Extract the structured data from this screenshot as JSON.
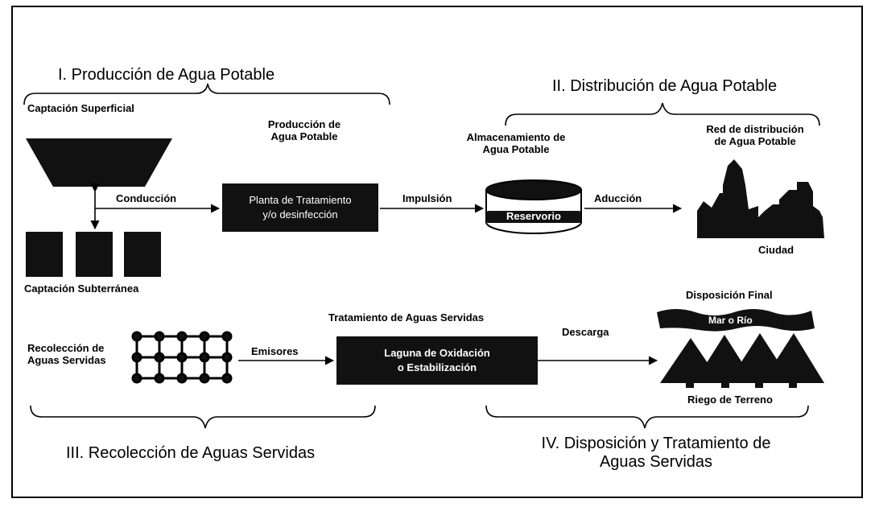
{
  "sections": {
    "production": "I. Producción de Agua Potable",
    "distribution": "II. Distribución de Agua Potable",
    "collection": "III. Recolección de Aguas Servidas",
    "disposal_line1": "IV. Disposición y Tratamiento de",
    "disposal_line2": "Aguas Servidas"
  },
  "labels": {
    "captacion_superficial": "Captación Superficial",
    "captacion_subterranea": "Captación Subterránea",
    "produccion_line1": "Producción de",
    "produccion_line2": "Agua Potable",
    "almacenamiento_line1": "Almacenamiento de",
    "almacenamiento_line2": "Agua Potable",
    "red_line1": "Red de distribución",
    "red_line2": "de Agua Potable",
    "ciudad": "Ciudad",
    "recoleccion_line1": "Recolección de",
    "recoleccion_line2": "Aguas Servidas",
    "tratamiento": "Tratamiento de Aguas Servidas",
    "disposicion_final": "Disposición Final",
    "riego": "Riego de Terreno"
  },
  "arrows": {
    "conduccion": "Conducción",
    "impulsion": "Impulsión",
    "aduccion": "Aducción",
    "emisores": "Emisores",
    "descarga": "Descarga"
  },
  "boxes": {
    "planta_line1": "Planta de Tratamiento",
    "planta_line2": "y/o desinfección",
    "reservorio": "Reservorio",
    "laguna_line1": "Laguna de Oxidación",
    "laguna_line2": "o Estabilización",
    "mar_rio": "Mar o Río"
  },
  "colors": {
    "ink": "#000000",
    "box_fill": "#111111",
    "paper": "#ffffff"
  }
}
